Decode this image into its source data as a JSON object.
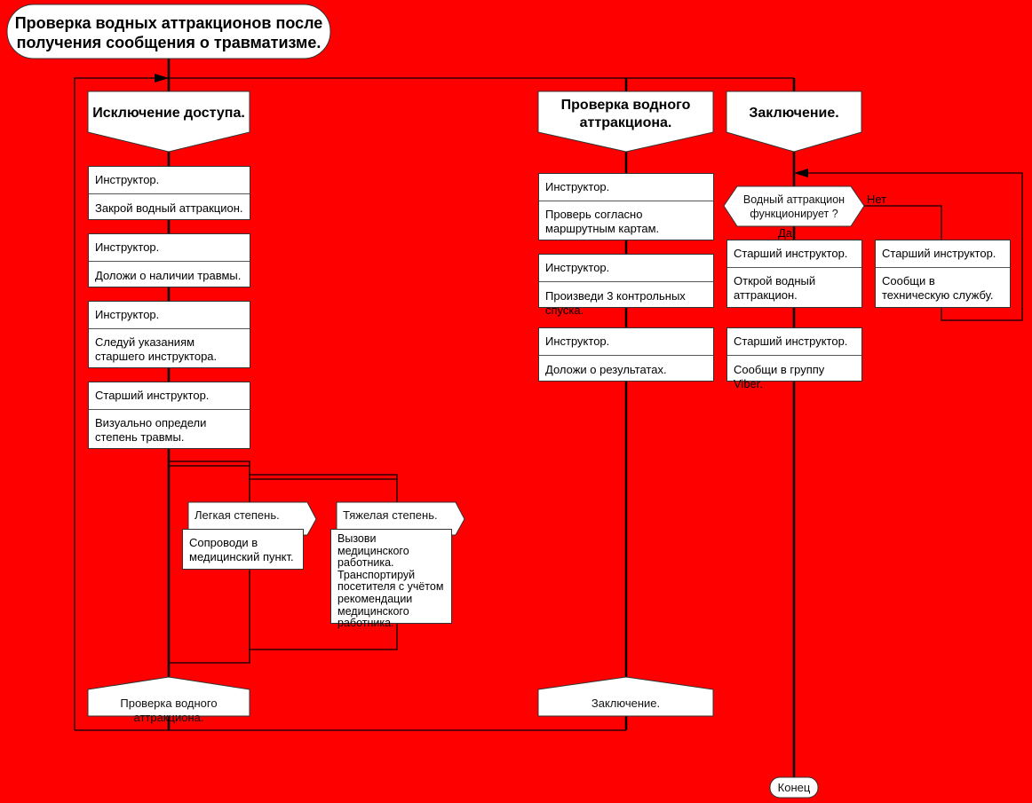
{
  "title": "Проверка водных аттракционов после получения сообщения о травматизме.",
  "columns": [
    {
      "header": "Исключение доступа.",
      "footer": "Проверка водного аттракциона.",
      "actions": [
        {
          "role": "Инструктор.",
          "text": "Закрой водный аттракцион."
        },
        {
          "role": "Инструктор.",
          "text": "Доложи о наличии травмы."
        },
        {
          "role": "Инструктор.",
          "text": "Следуй указаниям старшего инструктора."
        },
        {
          "role": "Старший инструктор.",
          "text": "Визуально определи степень травмы."
        }
      ],
      "cases": [
        {
          "label": "Легкая степень.",
          "text": "Сопроводи в медицинский пункт."
        },
        {
          "label": "Тяжелая степень.",
          "text": "Вызови медицинского работника. Транспортируй посетителя с учётом рекомендации медицинского работника."
        }
      ]
    },
    {
      "header": "Проверка водного аттракциона.",
      "footer": "Заключение.",
      "actions": [
        {
          "role": "Инструктор.",
          "text": "Проверь согласно маршрутным картам."
        },
        {
          "role": "Инструктор.",
          "text": "Произведи 3 контрольных спуска."
        },
        {
          "role": "Инструктор.",
          "text": "Доложи о результатах."
        }
      ]
    },
    {
      "header": "Заключение.",
      "question": "Водный аттракцион функционирует ?",
      "yes": "Да",
      "no": "Нет",
      "actions": [
        {
          "role": "Старший инструктор.",
          "text": "Открой водный аттракцион."
        },
        {
          "role": "Старший инструктор.",
          "text": "Сообщи в группу Viber."
        }
      ],
      "no_action": {
        "role": "Старший инструктор.",
        "text": "Сообщи в техническую службу."
      },
      "end": "Конец"
    }
  ]
}
